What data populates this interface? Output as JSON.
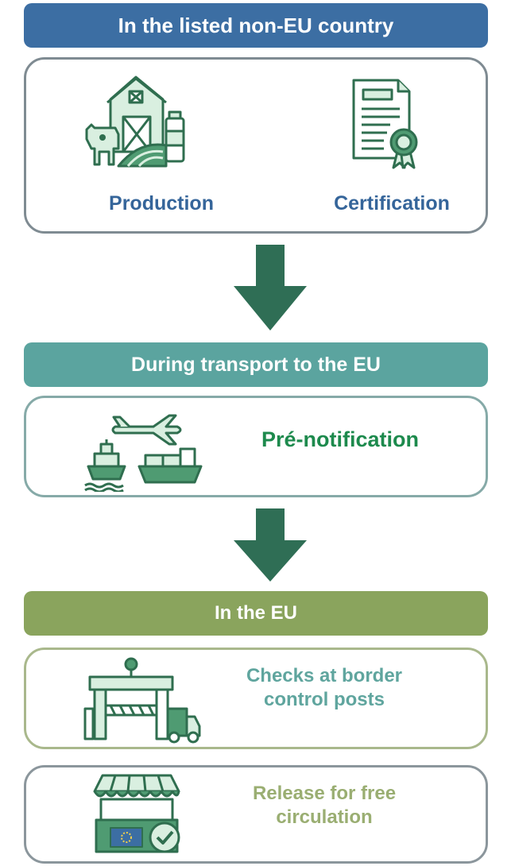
{
  "stages": {
    "stage1_title": "In the listed non-EU country",
    "stage2_title": "During transport to the EU",
    "stage3_title": "In the EU"
  },
  "steps": {
    "production": "Production",
    "certification": "Certification",
    "prenotification": "Pré-notification",
    "checks_line1": "Checks at border",
    "checks_line2": "control posts",
    "release_line1": "Release for free",
    "release_line2": "circulation"
  },
  "icons": [
    "barn-icon",
    "certificate-icon",
    "transport-icon",
    "border-gate-icon",
    "market-stall-icon",
    "down-arrow-icon"
  ],
  "colors": {
    "stage1": "#3c6ea3",
    "stage2": "#5ba49f",
    "stage3": "#8aa45d",
    "icon_green": "#2f6e4f",
    "icon_light": "#d9efe0",
    "arrow": "#2f6e55",
    "prenotification_text": "#1d8a4d"
  }
}
